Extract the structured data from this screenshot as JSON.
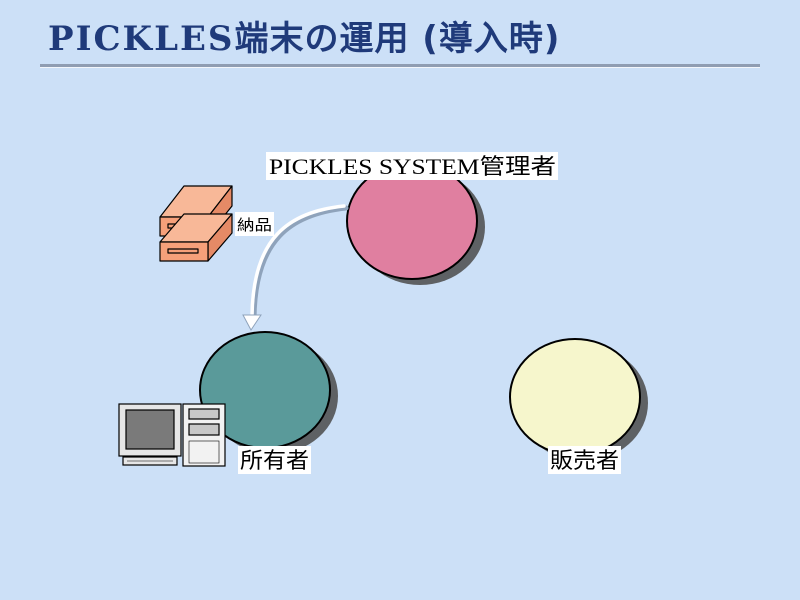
{
  "slide": {
    "title_latin": "PICKLES",
    "title_jp": "端末の運用",
    "title_paren": " (導入時)"
  },
  "diagram": {
    "nodes": [
      {
        "id": "admin",
        "label": "PICKLES SYSTEM管理者",
        "color": "#e07fa0"
      },
      {
        "id": "owner",
        "label": "所有者",
        "color": "#5a9a9a"
      },
      {
        "id": "seller",
        "label": "販売者",
        "color": "#f6f6cc"
      }
    ],
    "edge": {
      "from": "admin",
      "to": "owner",
      "label": "納品",
      "color": "#ffffff"
    },
    "icons": [
      "terminal-devices-icon",
      "computer-icon"
    ]
  },
  "colors": {
    "background": "#cce0f7",
    "title": "#1f3a7a",
    "device": "#f6a07a"
  }
}
